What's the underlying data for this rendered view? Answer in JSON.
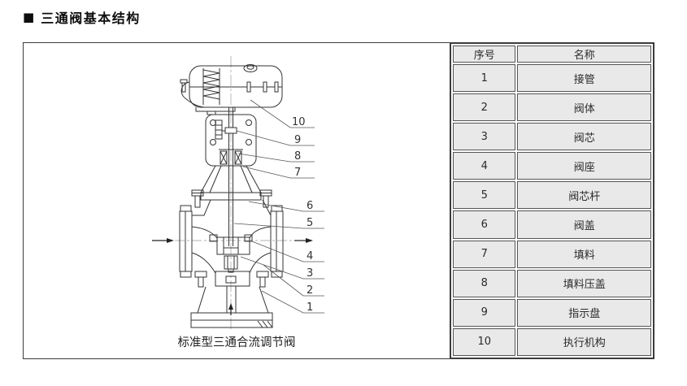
{
  "page": {
    "title_marker": "■",
    "title": "三通阀基本结构"
  },
  "diagram": {
    "caption": "标准型三通合流调节阀",
    "callouts": [
      "10",
      "9",
      "8",
      "7",
      "6",
      "5",
      "4",
      "3",
      "2",
      "1"
    ],
    "flow": {
      "left_port": "inlet, arrow pointing right",
      "right_port": "outlet, arrow pointing right",
      "bottom_port": "inlet, arrow pointing up"
    },
    "line_color": "#333333"
  },
  "table": {
    "headers": [
      "序号",
      "名称"
    ],
    "rows": [
      {
        "no": "1",
        "name": "接管"
      },
      {
        "no": "2",
        "name": "阀体"
      },
      {
        "no": "3",
        "name": "阀芯"
      },
      {
        "no": "4",
        "name": "阀座"
      },
      {
        "no": "5",
        "name": "阀芯杆"
      },
      {
        "no": "6",
        "name": "阀盖"
      },
      {
        "no": "7",
        "name": "填料"
      },
      {
        "no": "8",
        "name": "填料压盖"
      },
      {
        "no": "9",
        "name": "指示盘"
      },
      {
        "no": "10",
        "name": "执行机构"
      }
    ],
    "colors": {
      "cell_bg": "#e9e9e9",
      "border": "#3c3c3c"
    }
  }
}
